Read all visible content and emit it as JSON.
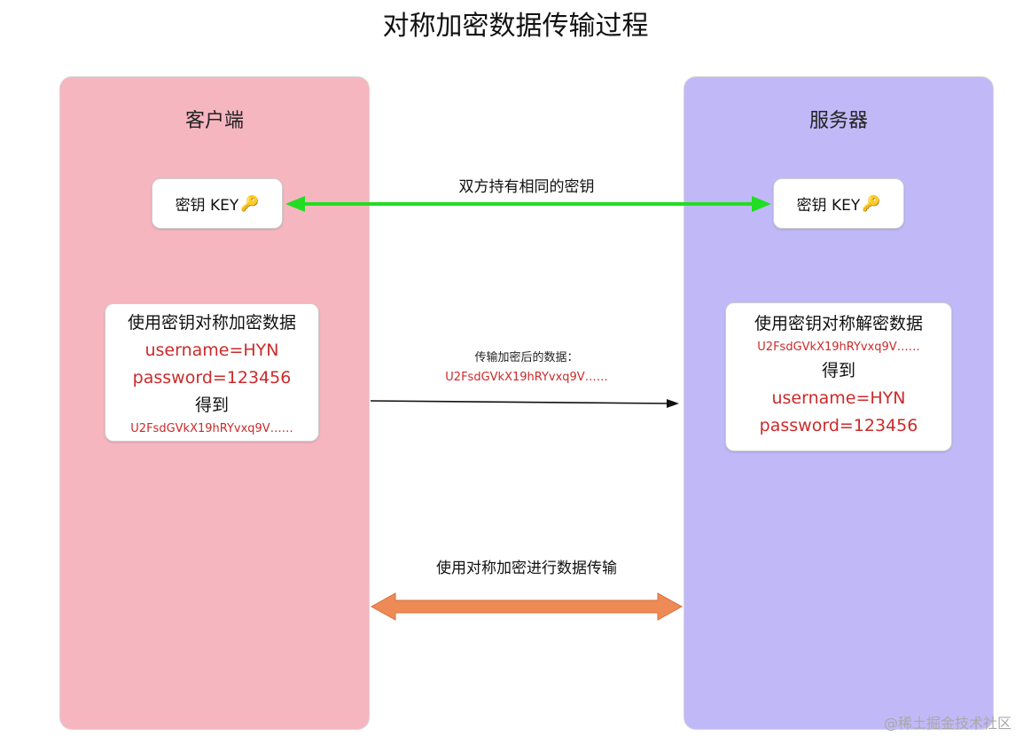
{
  "title": "对称加密数据传输过程",
  "client": {
    "heading": "客户端",
    "key_label": "密钥 KEY",
    "key_icon": "key-icon",
    "encrypt_box": {
      "line1": "使用密钥对称加密数据",
      "line2": "username=HYN",
      "line3": "password=123456",
      "line4": "得到",
      "line5": "U2FsdGVkX19hRYvxq9V……"
    }
  },
  "server": {
    "heading": "服务器",
    "key_label": "密钥 KEY",
    "key_icon": "key-icon",
    "decrypt_box": {
      "line1": "使用密钥对称解密数据",
      "line2": "U2FsdGVkX19hRYvxq9V……",
      "line3": "得到",
      "line4": "username=HYN",
      "line5": "password=123456"
    }
  },
  "links": {
    "shared_key": "双方持有相同的密钥",
    "transfer_caption": "传输加密后的数据：",
    "transfer_cipher": "U2FsdGVkX19hRYvxq9V……",
    "symmetric_transfer": "使用对称加密进行数据传输"
  },
  "watermark": "@稀土掘金技术社区",
  "colors": {
    "client_bg": "#f6b6c0",
    "server_bg": "#c1b9f7",
    "green_arrow": "#22dd22",
    "orange_arrow": "#ee8a55",
    "red_text": "#cc2a2a"
  }
}
